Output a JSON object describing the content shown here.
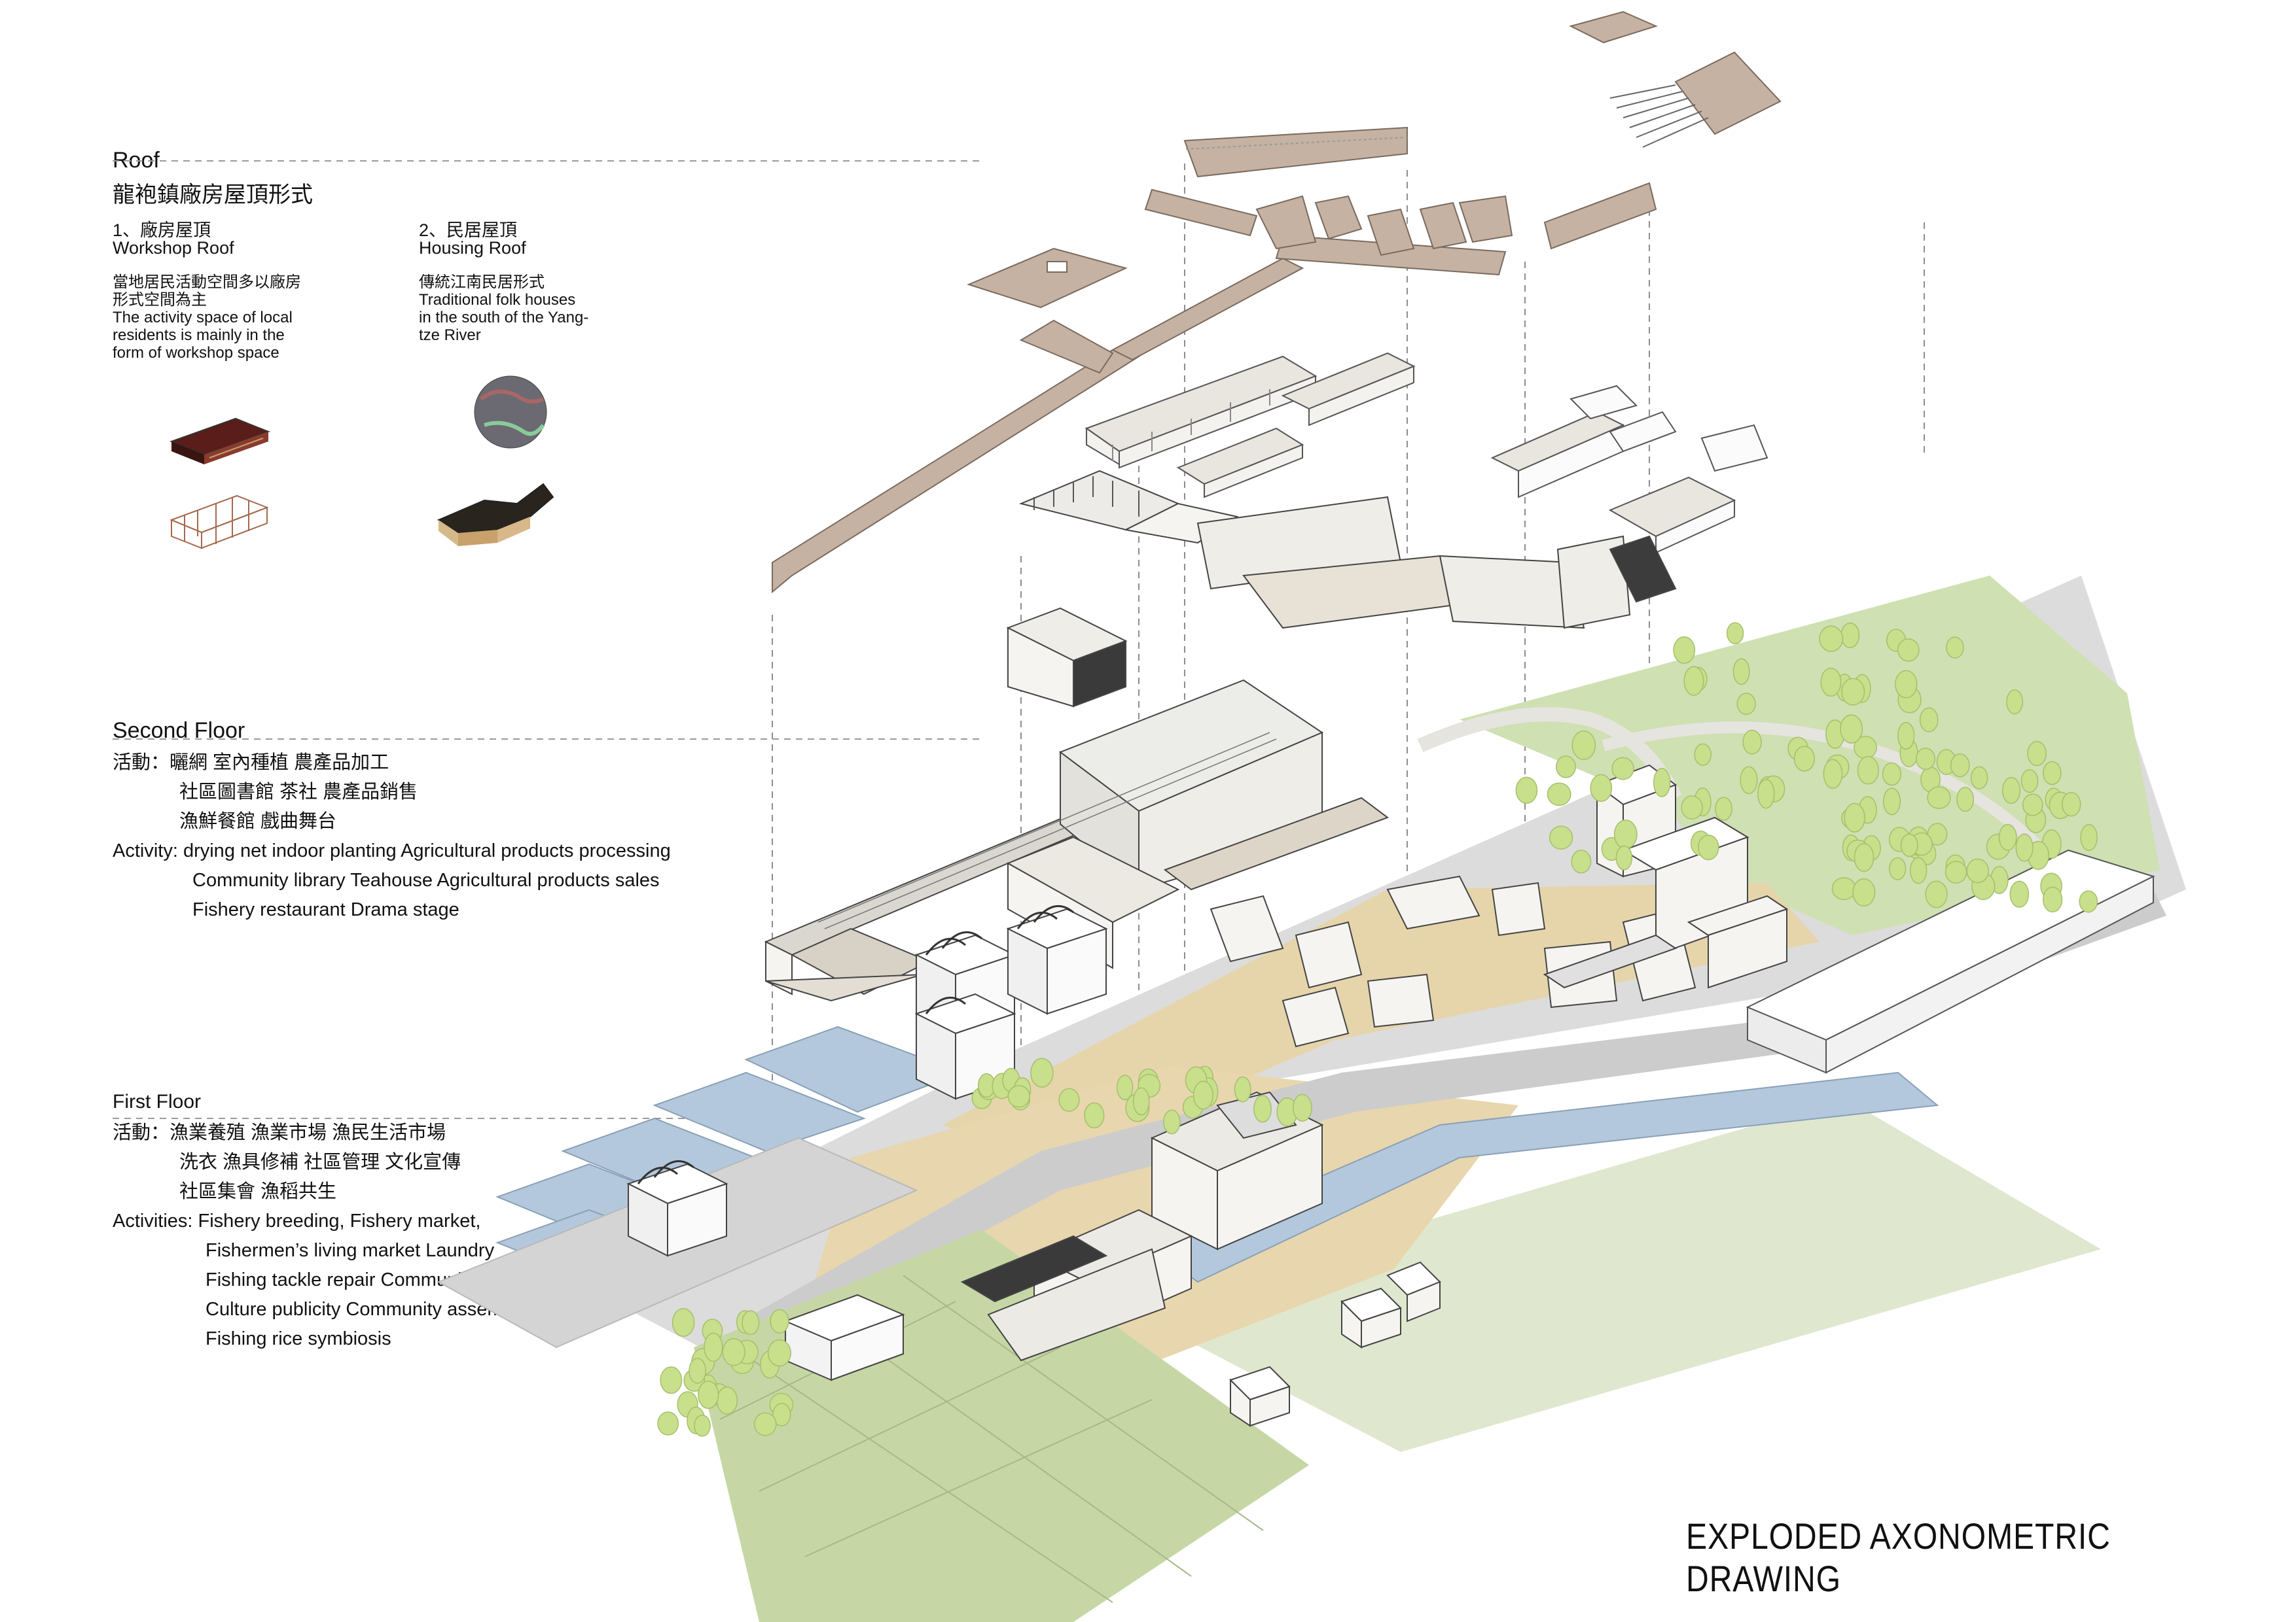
{
  "roof": {
    "title_en": "Roof",
    "title_zh": "龍袍鎮廠房屋頂形式",
    "workshop": {
      "label_zh": "1、廠房屋頂",
      "label_en": "Workshop Roof",
      "desc_zh_1": "當地居民活動空間多以廠房",
      "desc_zh_2": "形式空間為主",
      "desc_en_1": "The activity space of local",
      "desc_en_2": "residents is mainly in the",
      "desc_en_3": "form of workshop space"
    },
    "housing": {
      "label_zh": "2、民居屋頂",
      "label_en": "Housing Roof",
      "desc_zh_1": "傳統江南民居形式",
      "desc_en_1": "Traditional folk houses",
      "desc_en_2": "in the south of the Yang-",
      "desc_en_3": "tze River"
    }
  },
  "second_floor": {
    "title": "Second Floor",
    "zh_1": "活動：曬網  室內種植  農產品加工",
    "zh_2": "社區圖書館  茶社  農產品銷售",
    "zh_3": "漁鮮餐館  戲曲舞台",
    "en_1": "Activity: drying net indoor planting  Agricultural products processing",
    "en_2": "Community library Teahouse  Agricultural products sales",
    "en_3": "Fishery restaurant  Drama stage"
  },
  "first_floor": {
    "title": "First Floor",
    "zh_1": "活動：漁業養殖  漁業市場  漁民生活市場",
    "zh_2": "洗衣  漁具修補  社區管理  文化宣傳",
    "zh_3": "社區集會  漁稻共生",
    "en_1": "Activities: Fishery breeding, Fishery market,",
    "en_2": "Fishermen’s living market  Laundry",
    "en_3": "Fishing tackle repair Community management",
    "en_4": "Culture publicity  Community assembly",
    "en_5": "Fishing rice symbiosis"
  },
  "footer_title": "EXPLODED AXONOMETRIC DRAWING",
  "colors": {
    "roof_tan": "#bfa999",
    "sand": "#e3d3ad",
    "road": "#cfcfcf",
    "green": "#cfe0b2",
    "field": "#c8d8a6",
    "water": "#b3c8dc",
    "tree": "#c7df8a",
    "line": "#555555"
  }
}
